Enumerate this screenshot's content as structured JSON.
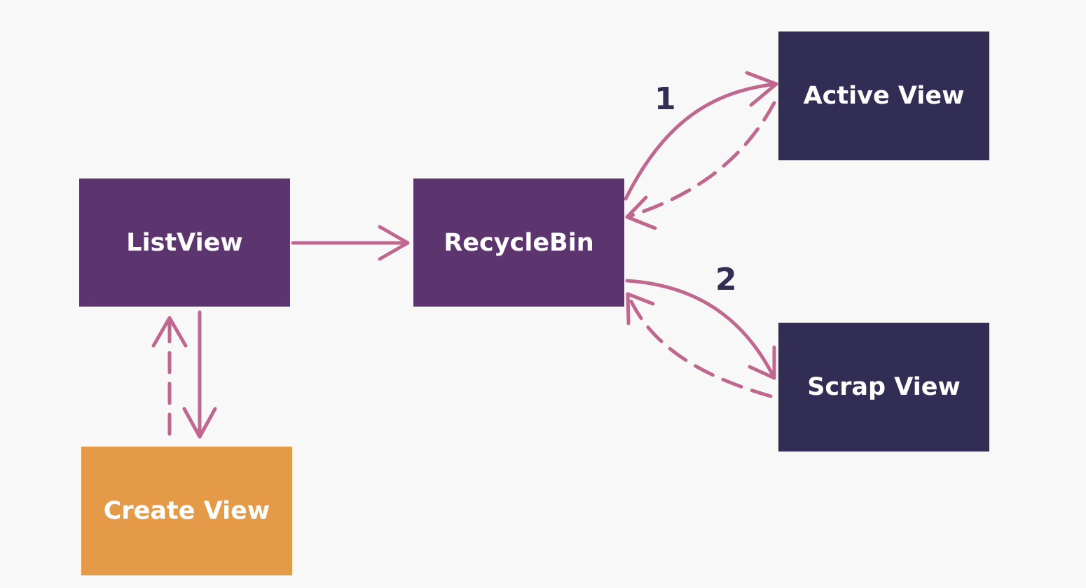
{
  "colors": {
    "background": "#f9f8f9",
    "core_node": "#5d356e",
    "view_node": "#322d55",
    "create_node": "#e59a48",
    "arrow": "#c0678f",
    "step_label": "#322d55",
    "node_text": "#ffffff"
  },
  "nodes": {
    "listview": "ListView",
    "recyclebin": "RecycleBin",
    "active_view": "Active View",
    "scrap_view": "Scrap View",
    "create_view": "Create View"
  },
  "steps": {
    "one": "1",
    "two": "2"
  }
}
